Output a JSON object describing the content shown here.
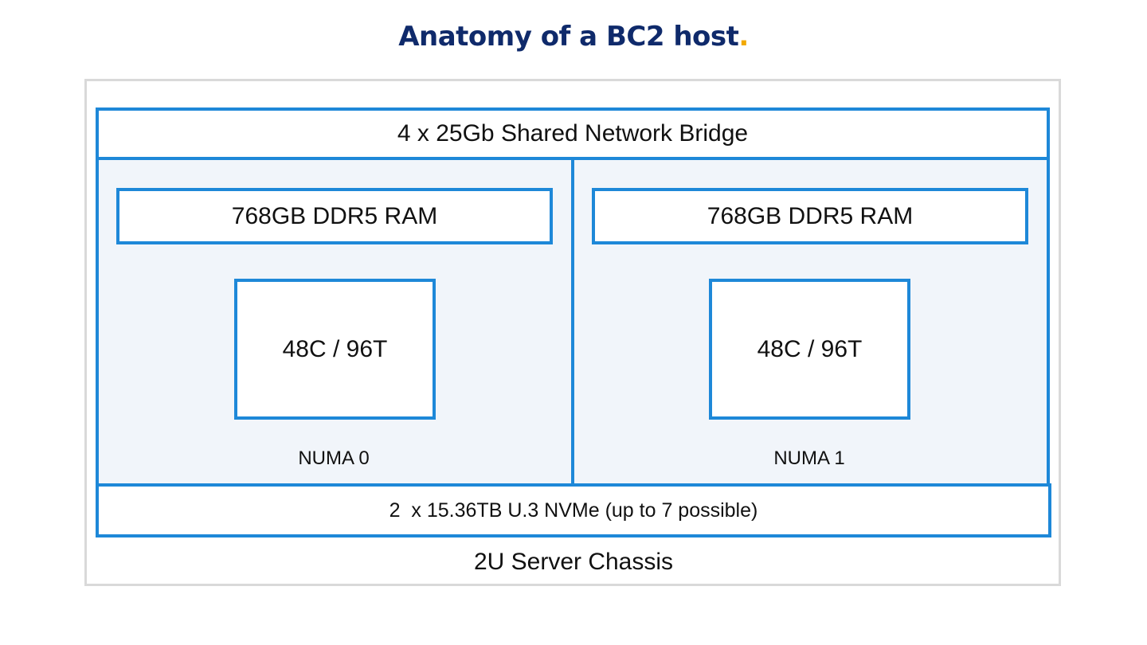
{
  "title": {
    "text": "Anatomy of a BC2 host",
    "dot": "."
  },
  "network": {
    "label": "4 x 25Gb Shared Network Bridge"
  },
  "numa_nodes": [
    {
      "ram": "768GB DDR5 RAM",
      "cpu": "48C / 96T",
      "label": "NUMA 0"
    },
    {
      "ram": "768GB DDR5 RAM",
      "cpu": "48C / 96T",
      "label": "NUMA 1"
    }
  ],
  "storage": {
    "label": "2  x 15.36TB U.3 NVMe (up to 7 possible)"
  },
  "chassis": {
    "label": "2U Server Chassis"
  },
  "colors": {
    "title": "#0f2a6b",
    "accent_dot": "#f2a900",
    "box_border": "#1e88d8",
    "numa_fill": "#f1f5fa",
    "chassis_border": "#d9d9d9"
  }
}
